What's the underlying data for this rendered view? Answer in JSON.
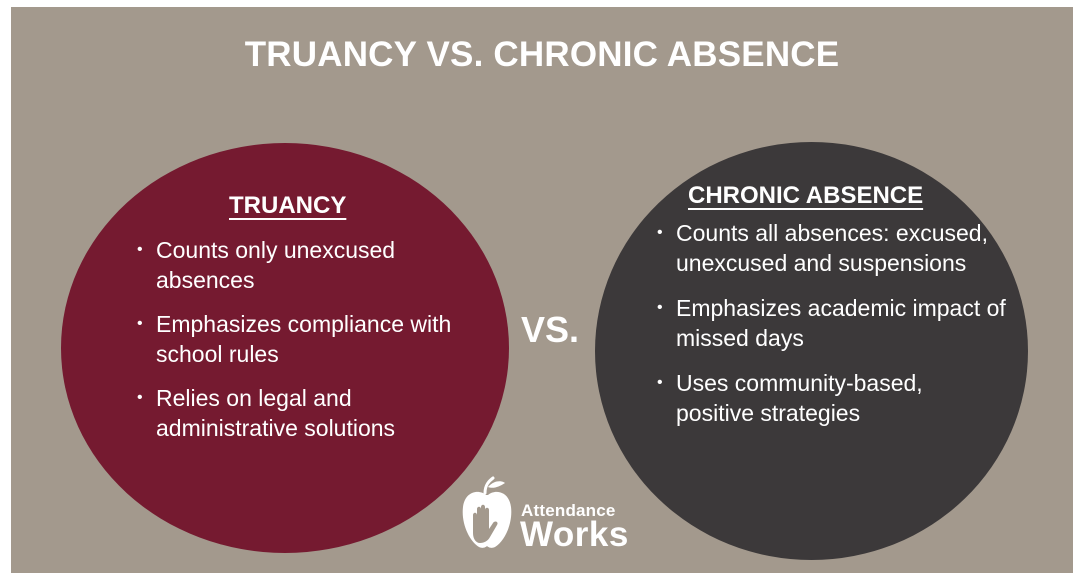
{
  "title": "TRUANCY VS. CHRONIC ABSENCE",
  "vs_label": "VS.",
  "bullet_glyph": "•",
  "left": {
    "heading": "TRUANCY",
    "color": "#751a30",
    "items": [
      "Counts only unexcused absences",
      "Emphasizes compliance with school rules",
      "Relies on legal and administrative solutions"
    ]
  },
  "right": {
    "heading": "CHRONIC ABSENCE",
    "color": "#3c393a",
    "items": [
      "Counts all absences: excused, unexcused and suspensions",
      "Emphasizes academic impact of missed days",
      "Uses community-based, positive strategies"
    ]
  },
  "background_color": "#a3998d",
  "logo": {
    "line1": "Attendance",
    "line2": "Works",
    "icon": "apple-hand-icon"
  }
}
